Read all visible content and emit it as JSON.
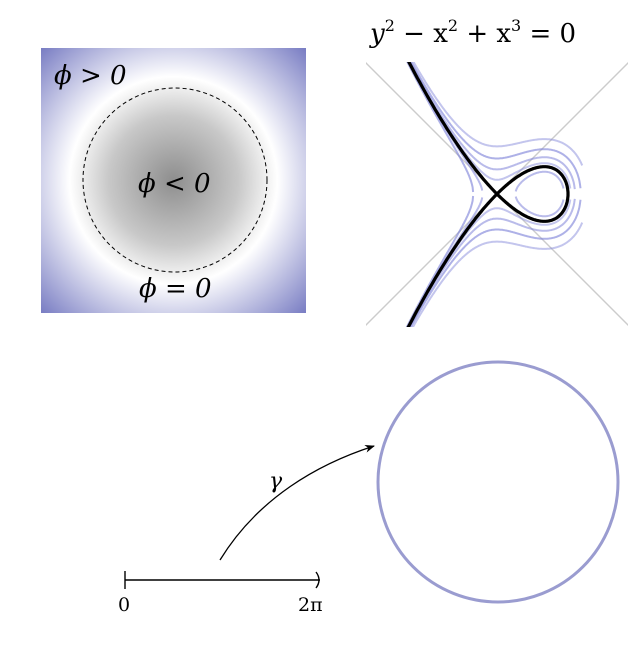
{
  "level_set_panel": {
    "outside_label": "ϕ > 0",
    "inside_label": "ϕ < 0",
    "boundary_label": "ϕ = 0",
    "colors": {
      "outer": "#7b7fc4",
      "mid": "#ffffff",
      "inner": "#9a9a9a"
    }
  },
  "curve_panel": {
    "equation_y": "y",
    "equation_exp1": "2",
    "equation_mid": " − x",
    "equation_exp2": "2",
    "equation_plus": " + x",
    "equation_exp3": "3",
    "equation_end": " = 0",
    "colors": {
      "main": "#000000",
      "family": "#7b7fd8",
      "asymptote": "#cccccc"
    }
  },
  "parametrization_panel": {
    "map_label": "γ",
    "interval_start": "0",
    "interval_end": "2π",
    "colors": {
      "circle": "#9a9cd0"
    }
  }
}
